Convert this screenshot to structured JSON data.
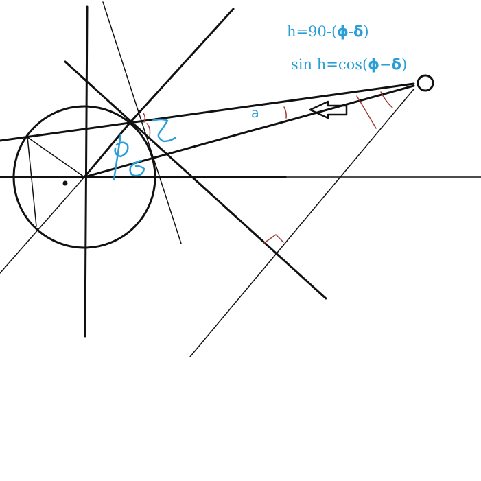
{
  "colors": {
    "ink": "#111111",
    "annotation_blue": "#2a9fd6",
    "angle_red": "#a33a33",
    "background": "#ffffff"
  },
  "formulas": {
    "line1_prefix": "h=90-(",
    "line1_phi": "ϕ",
    "line1_minus": "-",
    "line1_delta": "δ",
    "line1_suffix": ")",
    "line2_prefix": "sin h=cos(",
    "line2_phi": "ϕ",
    "line2_minus": "−",
    "line2_delta": "δ",
    "line2_suffix": ")"
  },
  "labels": {
    "side_a": "a"
  },
  "icons": {
    "arrow": "left-arrow-icon",
    "observer": "observer-circle-icon"
  }
}
